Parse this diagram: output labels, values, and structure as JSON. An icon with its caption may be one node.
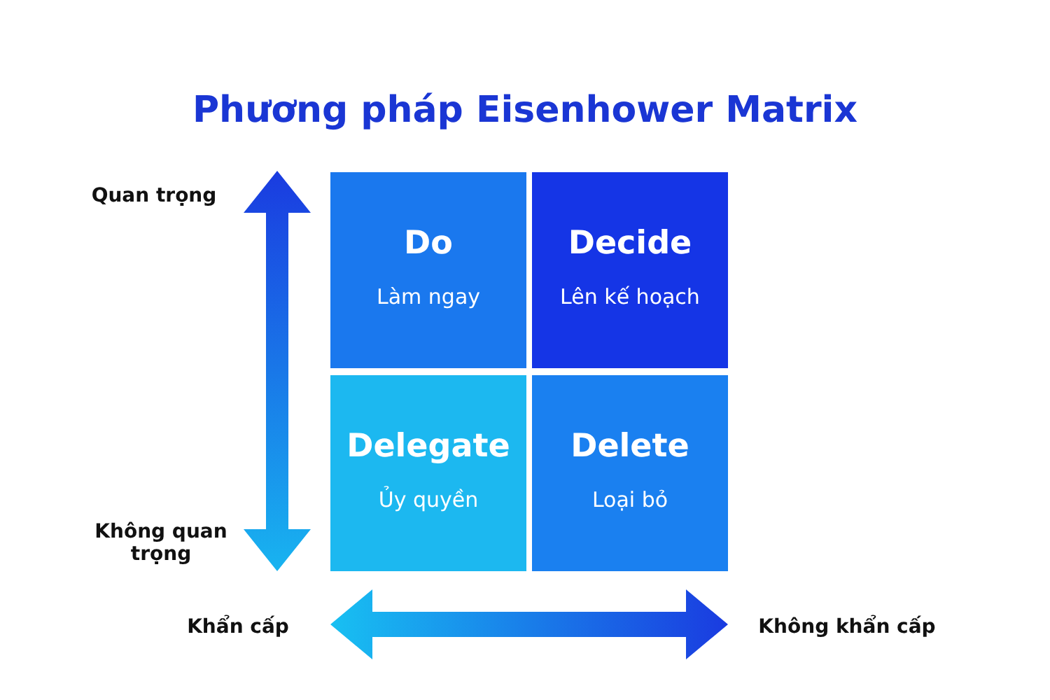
{
  "diagram": {
    "title": "Phương pháp Eisenhower Matrix",
    "nodes": [
      {
        "text": [
          "Do",
          "Làm ngay"
        ]
      },
      {
        "text": [
          "Decide",
          "Lên kế hoạch"
        ]
      },
      {
        "text": [
          "Delegate",
          "Ủy quyền"
        ]
      },
      {
        "text": [
          "Delete",
          "Loại bỏ"
        ]
      }
    ],
    "edges": [],
    "labels": [
      "Quan trọng",
      "Không quan trọng",
      "Khẩn cấp",
      "Không khẩn cấp"
    ]
  }
}
